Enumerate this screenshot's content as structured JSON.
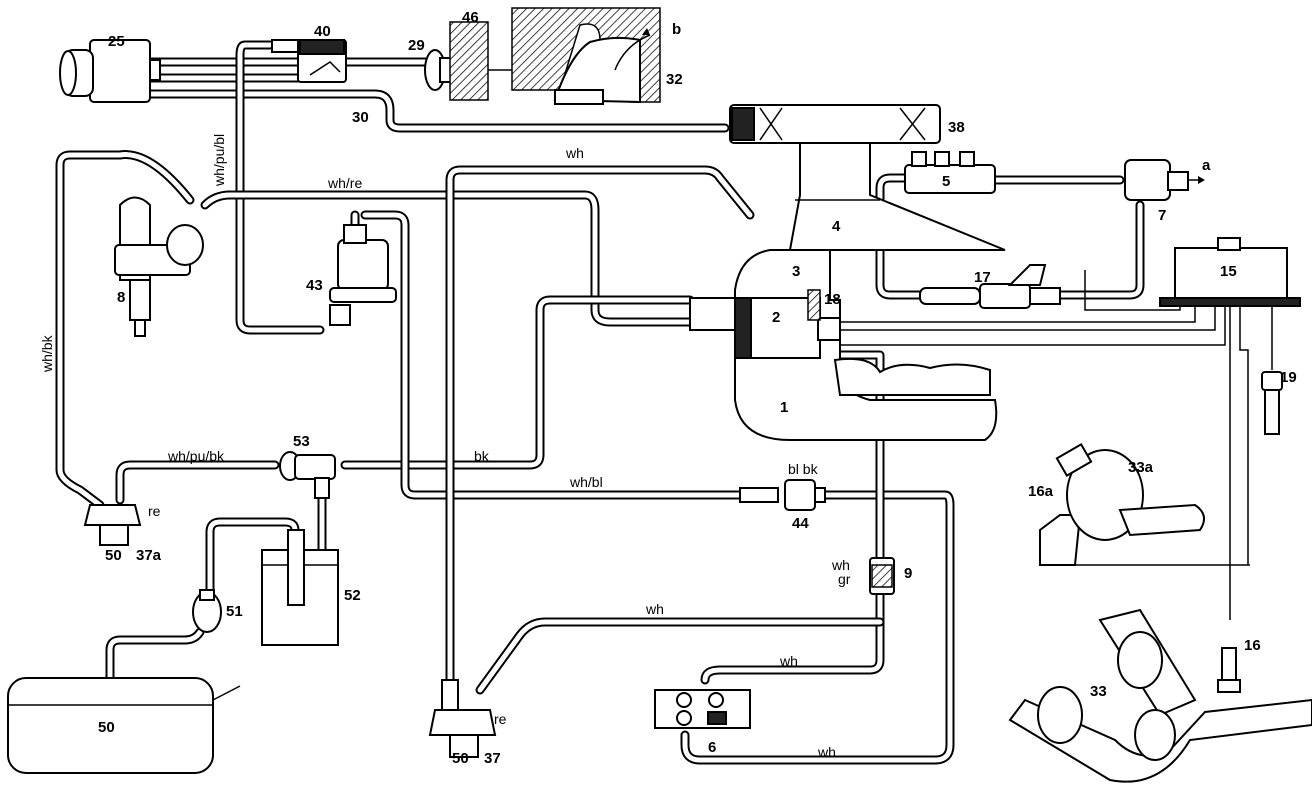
{
  "labels": {
    "c1": "1",
    "c2": "2",
    "c3": "3",
    "c4": "4",
    "c5": "5",
    "c6": "6",
    "c7": "7",
    "c8": "8",
    "c9": "9",
    "c15": "15",
    "c16": "16",
    "c16a": "16a",
    "c17": "17",
    "c18": "18",
    "c19": "19",
    "c25": "25",
    "c29": "29",
    "c30": "30",
    "c32": "32",
    "c33": "33",
    "c33a": "33a",
    "c37": "37",
    "c37a": "37a",
    "c38": "38",
    "c40": "40",
    "c43": "43",
    "c44": "44",
    "c46": "46",
    "c50": "50",
    "c50a": "50",
    "c50b": "50",
    "c51": "51",
    "c52": "52",
    "c53": "53",
    "a": "a",
    "b": "b"
  },
  "wires": {
    "wh_top": "wh",
    "wh_re": "wh/re",
    "wh_pu_bl": "wh/pu/bl",
    "wh_bk": "wh/bk",
    "wh_pu_bk": "wh/pu/bk",
    "bk": "bk",
    "wh_bl": "wh/bl",
    "bl_bk": "bl bk",
    "re_37a": "re",
    "re_37": "re",
    "wh_9": "wh",
    "gr_9": "gr",
    "wh_mid": "wh",
    "wh_6": "wh",
    "wh_bottom": "wh"
  }
}
